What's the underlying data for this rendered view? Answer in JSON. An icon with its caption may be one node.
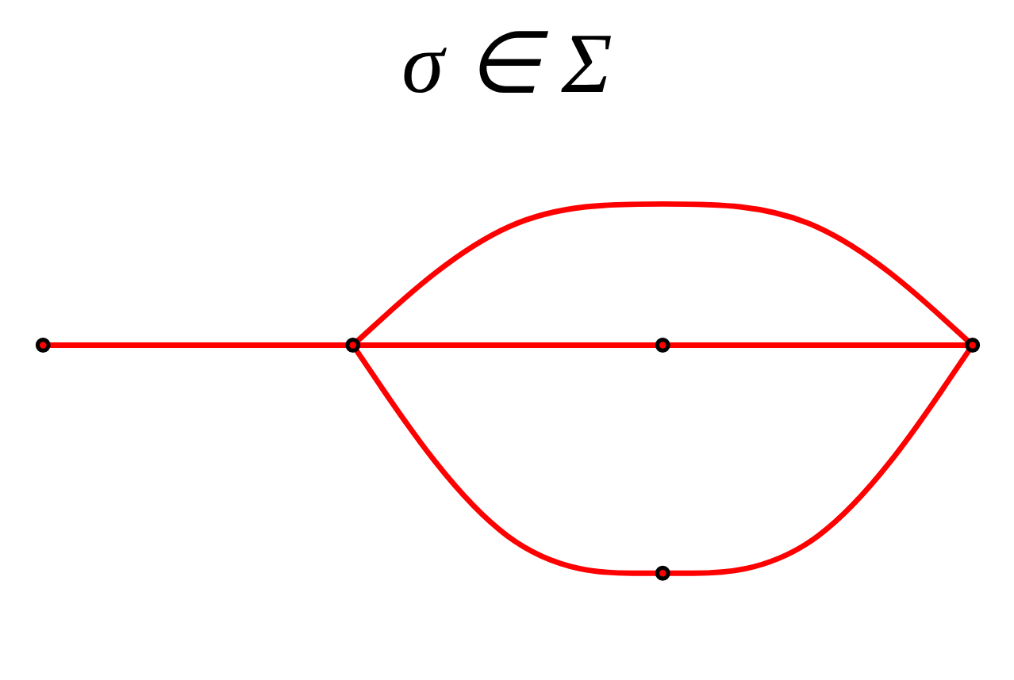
{
  "diagram": {
    "title": "σ ∈ Σ",
    "nodes": [
      {
        "text": [],
        "shape": "circle"
      },
      {
        "text": [],
        "shape": "circle"
      },
      {
        "text": [],
        "shape": "circle"
      },
      {
        "text": [],
        "shape": "circle"
      },
      {
        "text": [],
        "shape": "circle"
      }
    ],
    "edges": [
      {
        "from": 0,
        "to": 1,
        "arrow": "none"
      },
      {
        "from": 1,
        "to": 2,
        "arrow": "none"
      },
      {
        "from": 1,
        "to": 3,
        "arrow": "none"
      },
      {
        "from": 1,
        "to": 4,
        "arrow": "none"
      },
      {
        "from": 2,
        "to": 4,
        "arrow": "none"
      },
      {
        "from": 3,
        "to": 4,
        "arrow": "none"
      }
    ]
  }
}
